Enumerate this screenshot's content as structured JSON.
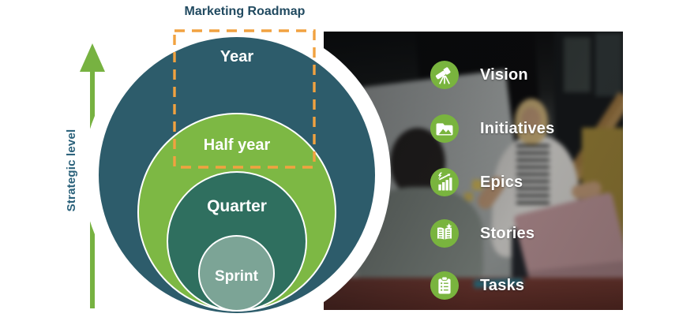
{
  "title": "Marketing Roadmap",
  "axis": {
    "label": "Strategic level"
  },
  "diagram": {
    "rings": [
      {
        "id": "year",
        "label": "Year",
        "color": "#2d5c6b"
      },
      {
        "id": "half_year",
        "label": "Half year",
        "color": "#7db844"
      },
      {
        "id": "quarter",
        "label": "Quarter",
        "color": "#2f6f5f"
      },
      {
        "id": "sprint",
        "label": "Sprint",
        "color": "#7ca496"
      }
    ],
    "highlight_box_color": "#f1a240",
    "arrow_color": "#77b241"
  },
  "legend": {
    "icon_color": "#79b43e",
    "items": [
      {
        "icon": "telescope-icon",
        "label": "Vision"
      },
      {
        "icon": "image-icon",
        "label": "Initiatives"
      },
      {
        "icon": "bar-chart-icon",
        "label": "Epics"
      },
      {
        "icon": "book-icon",
        "label": "Stories"
      },
      {
        "icon": "clipboard-icon",
        "label": "Tasks"
      }
    ]
  },
  "photo": {
    "description": "Team meeting: woman presenting at whiteboard, laptop on desk"
  },
  "colors": {
    "title_text": "#214a60",
    "axis_text": "#2a617a",
    "background": "#ffffff"
  }
}
